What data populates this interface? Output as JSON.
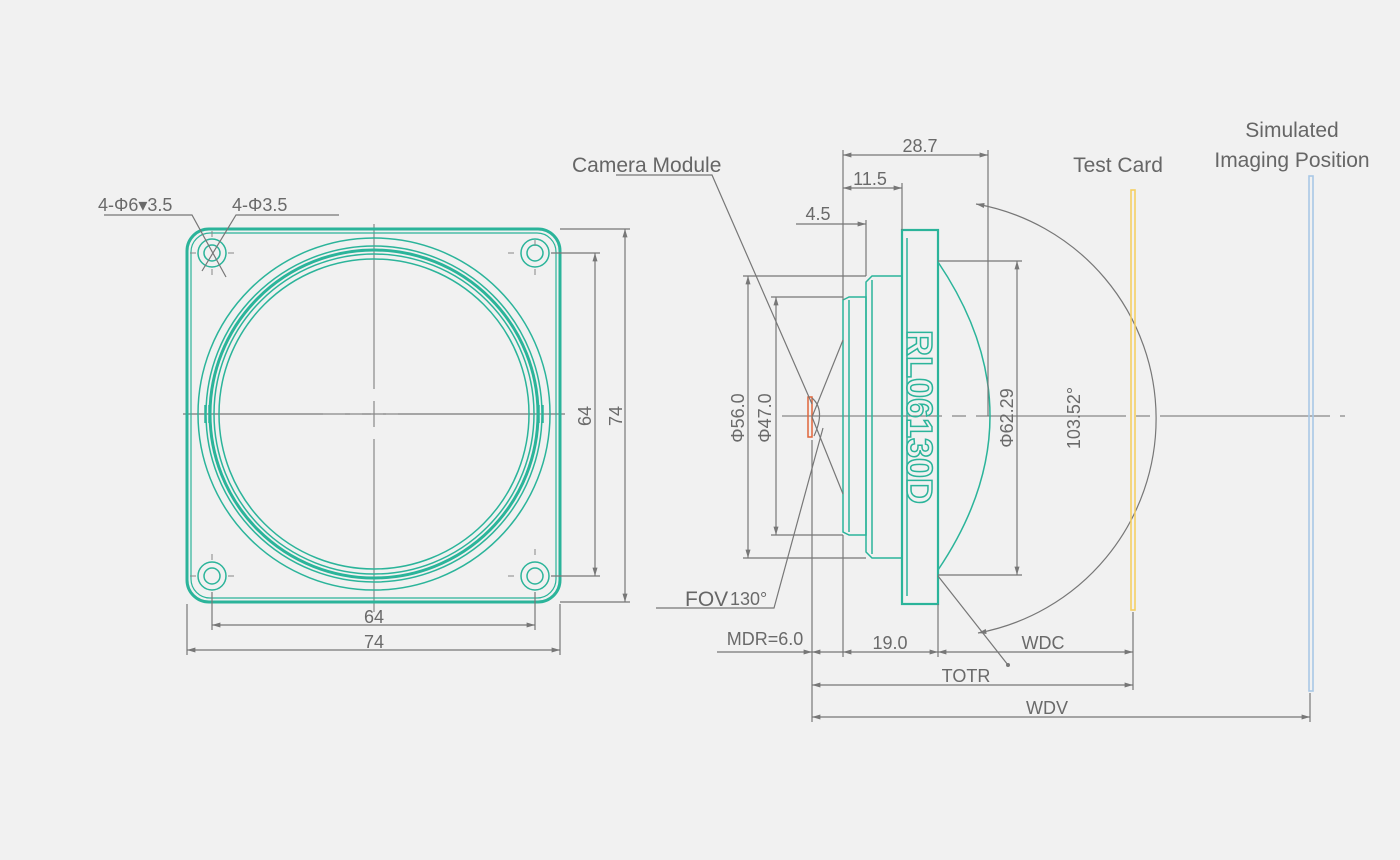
{
  "colors": {
    "background": "#f1f1f1",
    "part": "#2bb49a",
    "dimension": "#777777",
    "test_card": "#f5cf63",
    "imaging_plane": "#a9c8e6",
    "sensor": "#e0663a"
  },
  "front_view": {
    "hole_callout_counterbore": "4-Φ6▾3.5",
    "hole_callout_thru": "4-Φ3.5",
    "dim_hole_spacing_h": "64",
    "dim_width_h": "74",
    "dim_hole_spacing_v": "64",
    "dim_height_v": "74"
  },
  "side_view": {
    "model_engraving": "RL06130D",
    "label_camera_module": "Camera Module",
    "label_test_card": "Test Card",
    "label_simulated_line1": "Simulated",
    "label_simulated_line2": "Imaging Position",
    "label_fov": "FOV",
    "fov_value": "130°",
    "dim_total_length": "28.7",
    "dim_body_length": "11.5",
    "dim_front_step": "4.5",
    "dim_dia_56": "Φ56.0",
    "dim_dia_47": "Φ47.0",
    "dim_dia_62": "Φ62.29",
    "angle_label": "103.52°",
    "dim_mdr": "MDR=6.0",
    "dim_19": "19.0",
    "dim_wdc": "WDC",
    "dim_totr": "TOTR",
    "dim_wdv": "WDV"
  }
}
